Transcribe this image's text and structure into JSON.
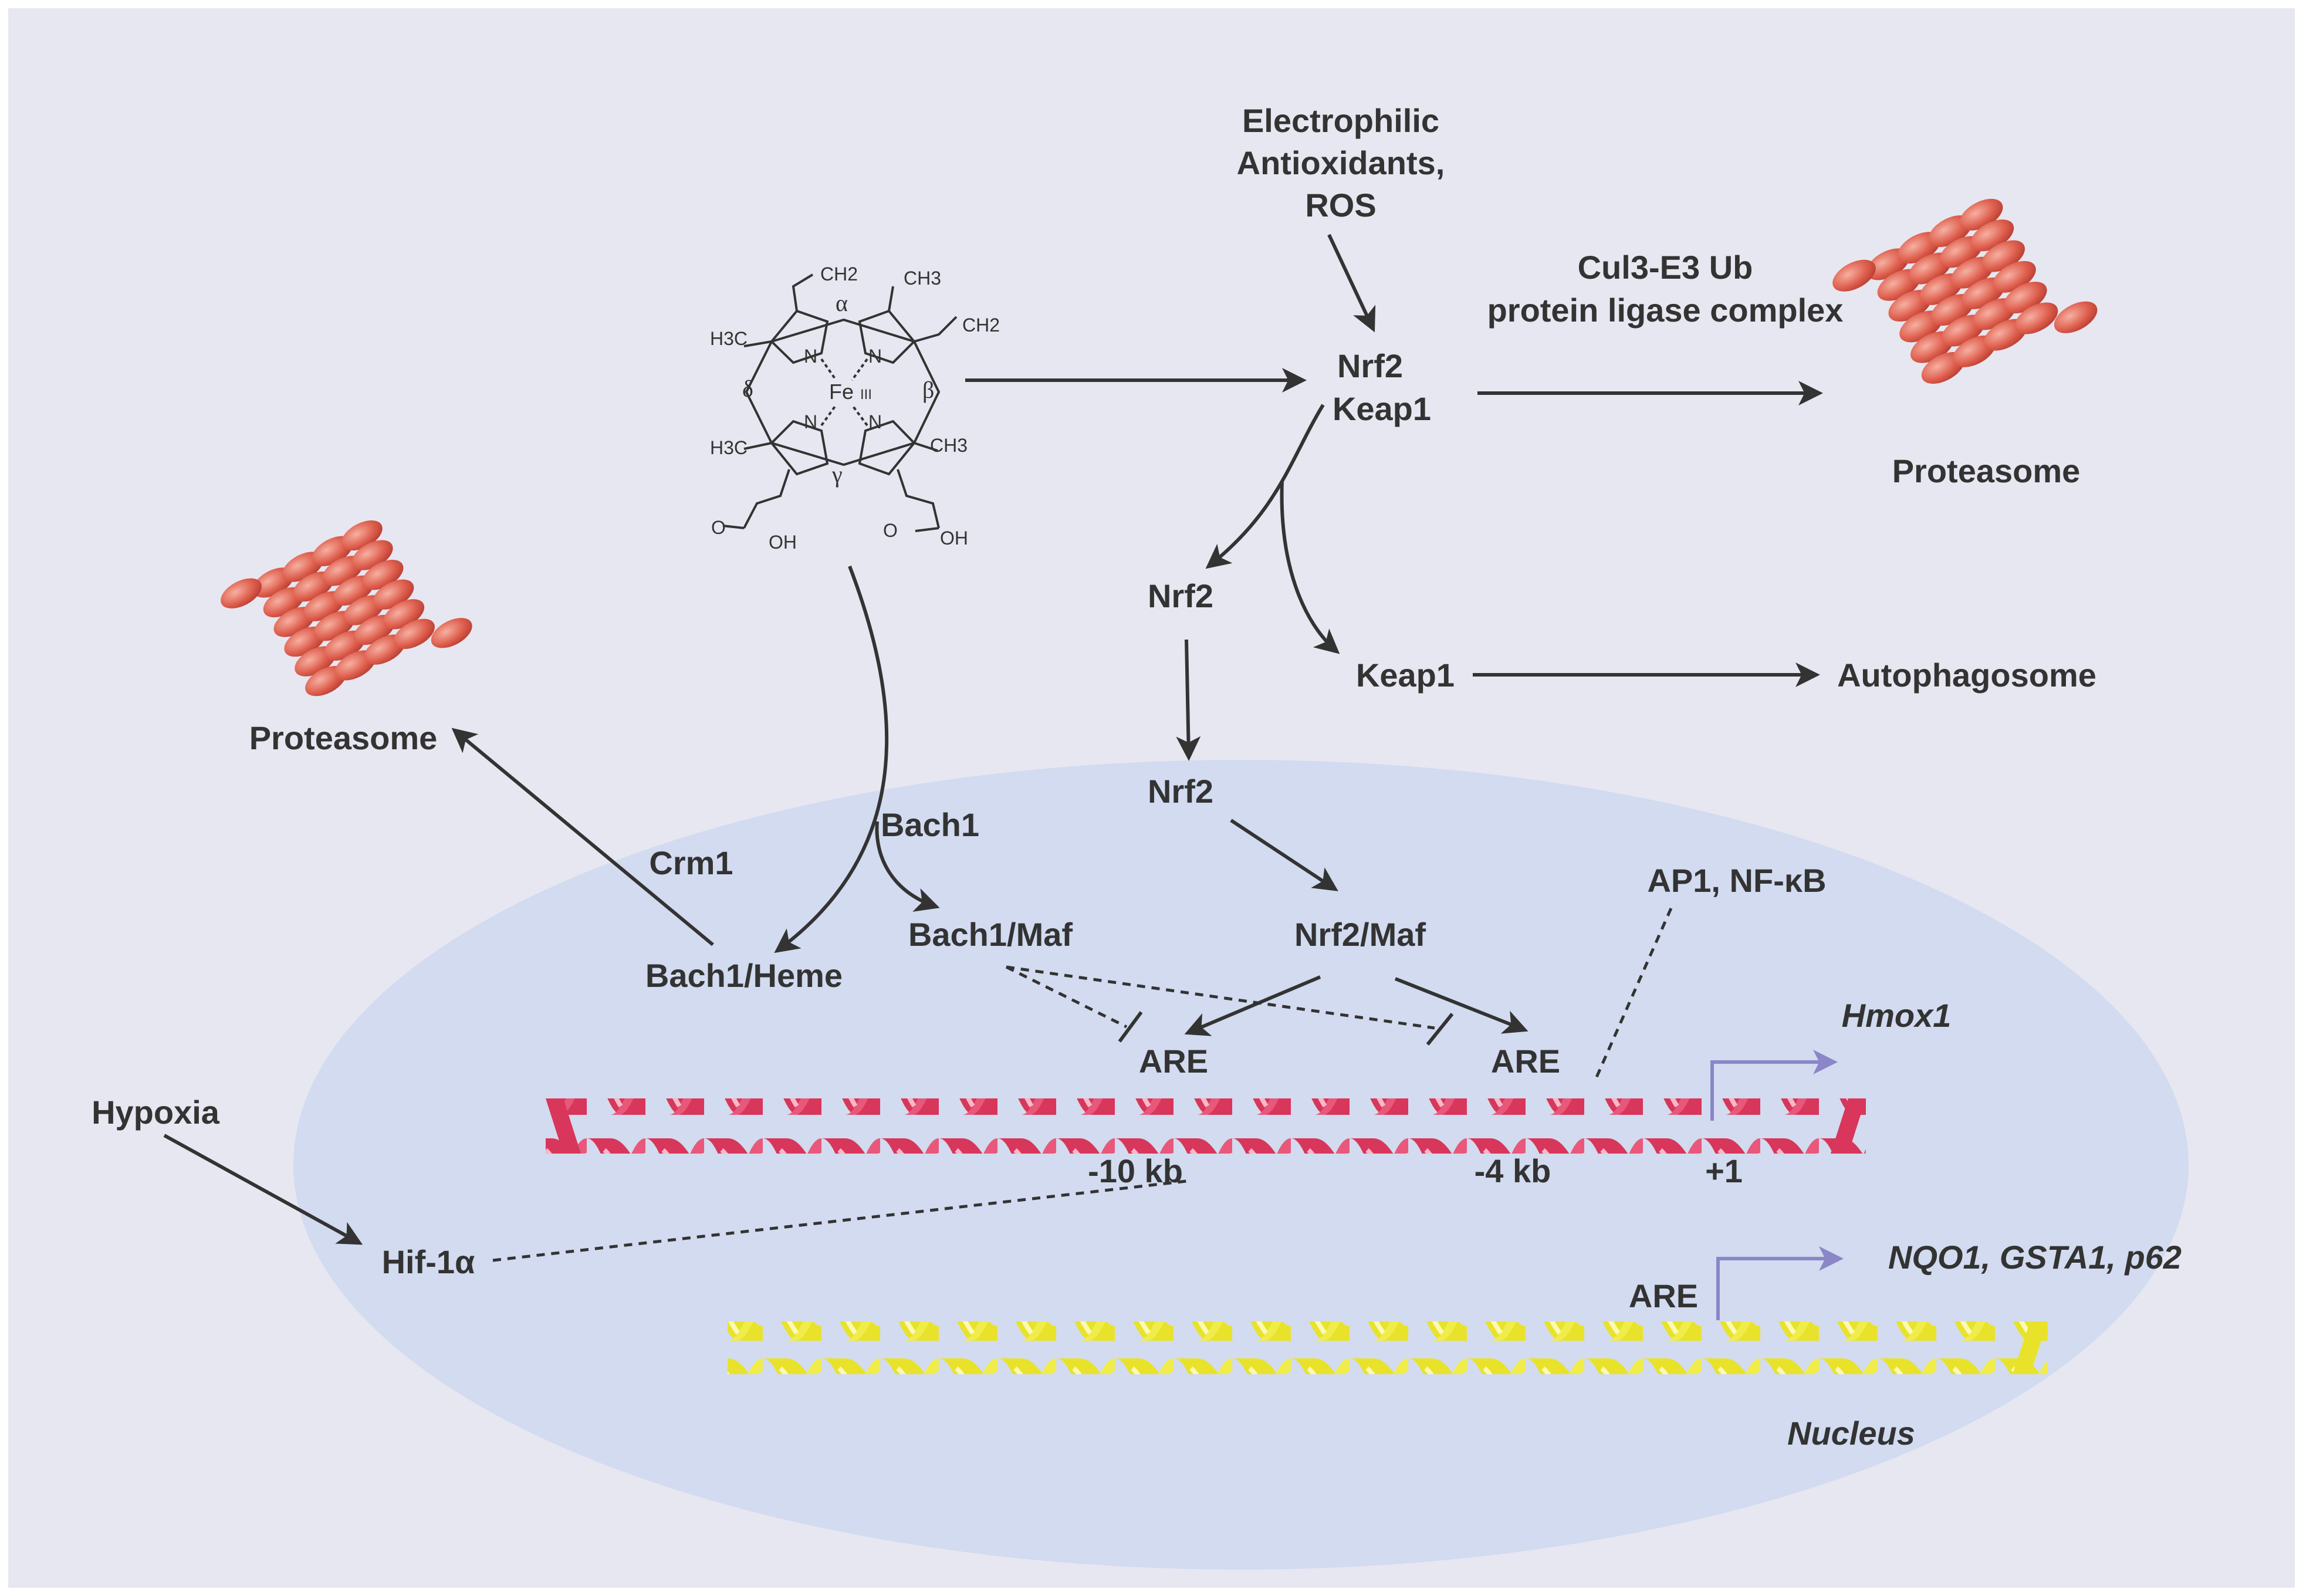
{
  "colors": {
    "background": "#e7e7f1",
    "nucleus": "#d2dbef",
    "text": "#333333",
    "hmox1_dna": "#d8365a",
    "hmox1_dna_light": "#f29ab0",
    "target_dna": "#ece92e",
    "target_dna_light": "#f7f5a0",
    "proteasome": "#dc5a4c",
    "proteasome_light": "#f4a898",
    "promoter_arrow": "#8a86c8"
  },
  "labels": {
    "stimuli_line1": "Electrophilic",
    "stimuli_line2": "Antioxidants,",
    "stimuli_line3": "ROS",
    "ligase_line1": "Cul3-E3 Ub",
    "ligase_line2": "protein ligase complex",
    "proteasome_right": "Proteasome",
    "proteasome_left": "Proteasome",
    "complex_nrf2": "Nrf2",
    "complex_keap1": "Keap1",
    "nrf2_free": "Nrf2",
    "keap1_free": "Keap1",
    "autophagosome": "Autophagosome",
    "nrf2_nuclear": "Nrf2",
    "bach1": "Bach1",
    "crm1": "Crm1",
    "bach1_maf": "Bach1/Maf",
    "nrf2_maf": "Nrf2/Maf",
    "bach1_heme": "Bach1/Heme",
    "ap1_nfkb": "AP1, NF-κB",
    "are_1": "ARE",
    "are_2": "ARE",
    "are_3": "ARE",
    "hmox1": "Hmox1",
    "pos_10kb": "-10 kb",
    "pos_4kb": "-4 kb",
    "pos_plus1": "+1",
    "hypoxia": "Hypoxia",
    "hif1a": "Hif-1α",
    "target_genes": "NQO1, GSTA1, p62",
    "nucleus": "Nucleus"
  },
  "heme": {
    "ch2_top": "CH2",
    "ch3_top": "CH3",
    "ch2_right": "CH2",
    "h3c_left": "H3C",
    "h3c_bottom_left": "H3C",
    "ch3_right": "CH3",
    "alpha": "α",
    "beta": "β",
    "gamma": "γ",
    "delta": "δ",
    "n_tl": "N",
    "n_tr": "N",
    "n_bl": "N",
    "n_br": "N",
    "fe": "Fe",
    "fe_ox": "III",
    "oh_left": "OH",
    "oh_right": "OH",
    "o_left": "O",
    "o_right": "O"
  }
}
